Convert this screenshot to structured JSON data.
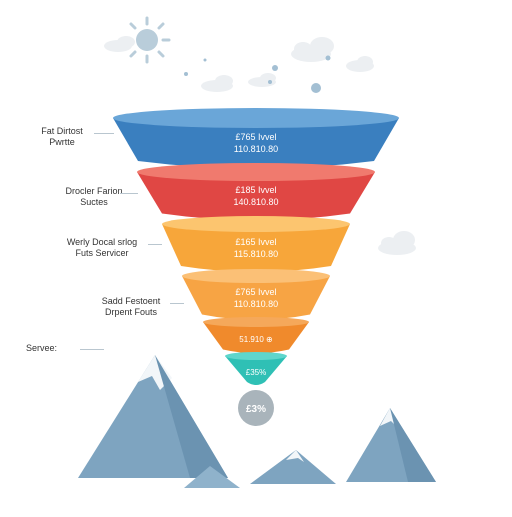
{
  "colors": {
    "tier_1": "#3a7fbf",
    "tier_1_rim": "#6aa6d8",
    "tier_2": "#e04744",
    "tier_2_rim": "#f07a6e",
    "tier_3": "#f7a63a",
    "tier_3_rim": "#fcc56f",
    "tier_4": "#f7a444",
    "tier_4_rim": "#fbc076",
    "tier_5": "#f08a2c",
    "tier_6": "#2fc0b5",
    "badge": "#a9b4bb",
    "mountain": "#7ea4c0",
    "snow": "#f2f6f9",
    "cloud": "#eceff2",
    "dot": "#a3bfd3",
    "sun": "#b9cdda"
  },
  "funnel": {
    "tiers": [
      {
        "line1": "£765 Ivvel",
        "line2": "110.810.80"
      },
      {
        "line1": "£185 Ivvel",
        "line2": "140.810.80"
      },
      {
        "line1": "£165 Ivvel",
        "line2": "115.810.80"
      },
      {
        "line1": "£765 Ivvel",
        "line2": "110.810.80"
      },
      {
        "line1": "51.910 ⊕",
        "line2": ""
      },
      {
        "line1": "£35%",
        "line2": ""
      }
    ],
    "badge": "£3%"
  },
  "side_labels": [
    {
      "line1": "Fat Dirtost",
      "line2": "Pwrtte"
    },
    {
      "line1": "Drocler Farion",
      "line2": "Suctes"
    },
    {
      "line1": "Werly Docal srlog",
      "line2": "Futs Servicer"
    },
    {
      "line1": "Sadd Festoent",
      "line2": "Drpent Fouts"
    },
    {
      "line1": "Servee:",
      "line2": ""
    }
  ]
}
